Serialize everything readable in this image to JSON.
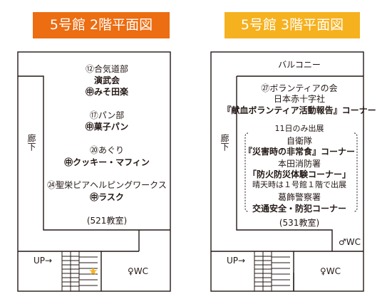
{
  "floor2": {
    "title": "5号館 2階平面図",
    "corridor": "廊下",
    "groups": [
      {
        "club": "⑫合気道部",
        "events": [
          "演武会",
          "㊥みそ田楽"
        ]
      },
      {
        "club": "⑰パン部",
        "events": [
          "㊥菓子パン"
        ]
      },
      {
        "club": "⑳あぐり",
        "events": [
          "㊥クッキー・マフィン"
        ]
      },
      {
        "club": "㉔聖栄ピアヘルピングワークス",
        "events": [
          "㊥ラスク"
        ]
      }
    ],
    "room": "(521教室)",
    "up": "UP→",
    "wc": "♀WC",
    "star": "★"
  },
  "floor3": {
    "title": "5号館 3階平面図",
    "balcony": "バルコニー",
    "corridor": "廊下",
    "volunteer": [
      "㉗ボランティアの会",
      "日本赤十字社"
    ],
    "volunteer_event": "『献血ボランティア活動報告』コーナー",
    "oneday": "11日のみ出展",
    "sdf": "自衛隊",
    "sdf_event": "『災害時の非常食』コーナー",
    "fire": "本田消防署",
    "fire_event": "「防火防災体験コーナー」",
    "fire_note": "晴天時は１号館１階で出展",
    "police": "葛飾警察署",
    "police_event": "交通安全・防犯コーナー",
    "room": "(531教室)",
    "wc_male": "♂WC",
    "up": "UP→",
    "wc_female": "♀WC"
  }
}
